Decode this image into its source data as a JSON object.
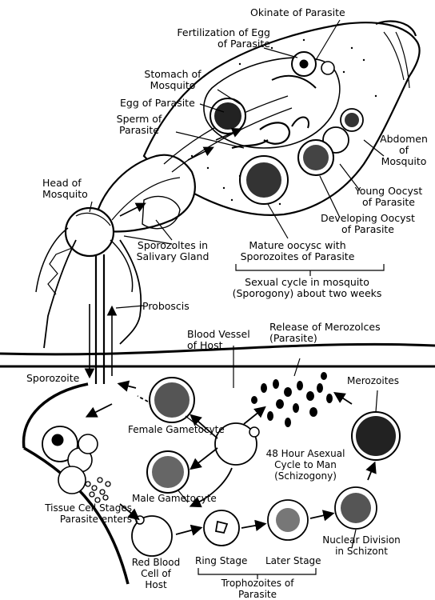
{
  "labels": {
    "okinate": "Okinate of Parasite",
    "fertilization": [
      "Fertilization of Egg",
      "of Parasite"
    ],
    "stomach": [
      "Stomach of",
      "Mosquito"
    ],
    "egg": "Egg of Parasite",
    "sperm": [
      "Sperm of",
      "Parasite"
    ],
    "abdomen": [
      "Abdomen",
      "of",
      "Mosquito"
    ],
    "head": [
      "Head of",
      "Mosquito"
    ],
    "young_oocyst": [
      "Young Oocyst",
      "of Parasite"
    ],
    "developing_oocyst": [
      "Developing Oocyst",
      "of Parasite"
    ],
    "sporozoites_gland": [
      "Sporozoltes in",
      "Salivary Gland"
    ],
    "mature_oocyst": [
      "Mature oocysc with",
      "Sporozoites of Parasite"
    ],
    "sexual_cycle": [
      "Sexual cycle in mosquito",
      "(Sporogony) about two weeks"
    ],
    "proboscis": "Proboscis",
    "blood_vessel": [
      "Blood Vessel",
      "of Host"
    ],
    "release": [
      "Release of Merozolces",
      "(Parasite)"
    ],
    "sporozoite": "Sporozoite",
    "merozoites": "Merozoites",
    "female_gametocyte": "Female Gametocyte",
    "asexual_cycle": [
      "48 Hour Asexual",
      "Cycle to Man",
      "(Schizogony)"
    ],
    "male_gametocyte": "Male Gametocyte",
    "tissue_stages": [
      "Tissue Cell Stages",
      "Parasite enters"
    ],
    "rbc": [
      "Red Blood",
      "Cell of",
      "Host"
    ],
    "ring_stage": "Ring Stage",
    "later_stage": "Later Stage",
    "nuclear_division": [
      "Nuclear Division",
      "in Schizont"
    ],
    "trophozoites": [
      "Trophozoites of",
      "Parasite"
    ]
  }
}
